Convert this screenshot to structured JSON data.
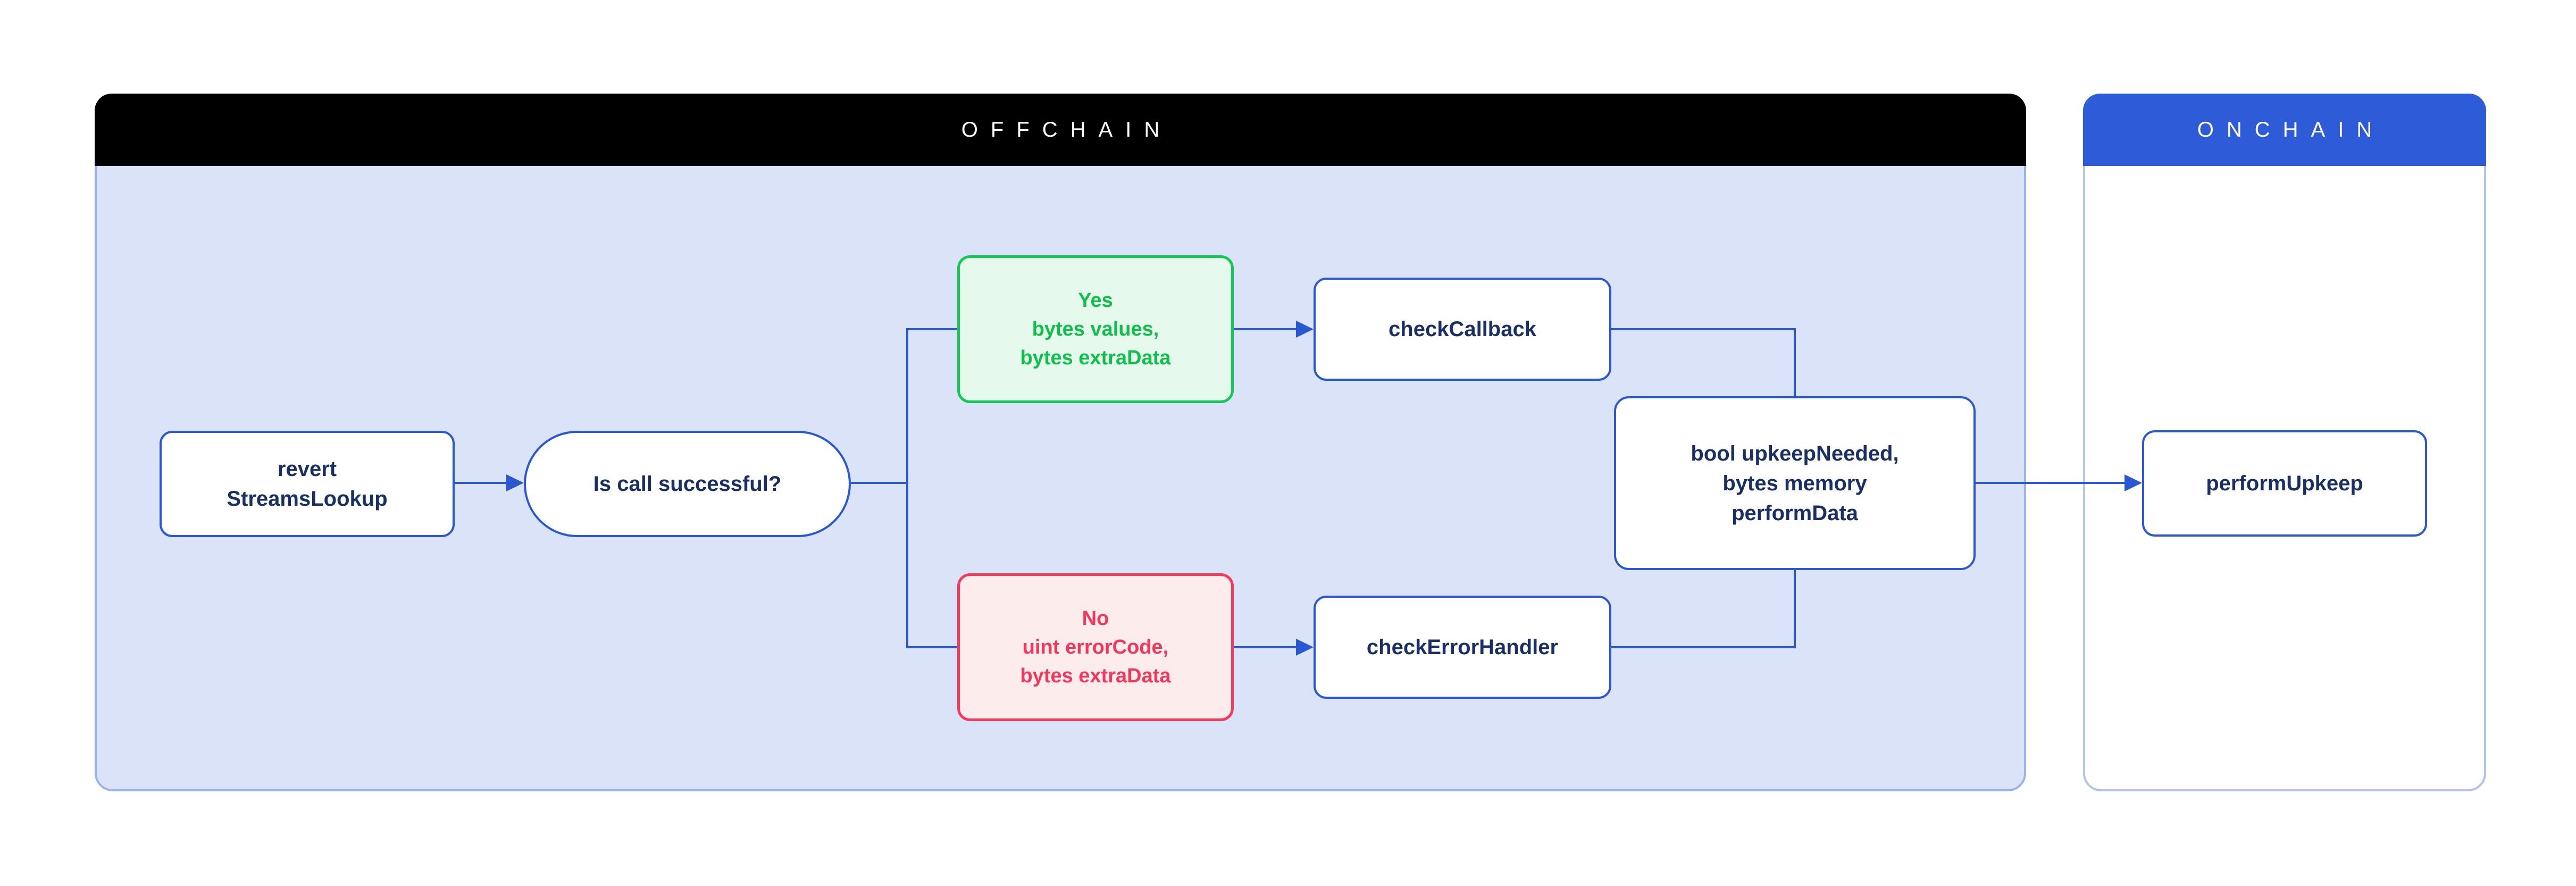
{
  "panels": {
    "offchain": {
      "title": "OFFCHAIN"
    },
    "onchain": {
      "title": "ONCHAIN"
    }
  },
  "nodes": {
    "revert": {
      "label": "revert\nStreamsLookup"
    },
    "decision": {
      "label": "Is call successful?"
    },
    "yes": {
      "label": "Yes\nbytes values,\nbytes extraData"
    },
    "no": {
      "label": "No\nuint errorCode,\nbytes extraData"
    },
    "checkCallback": {
      "label": "checkCallback"
    },
    "checkErrorHandler": {
      "label": "checkErrorHandler"
    },
    "upkeepOutput": {
      "label": "bool upkeepNeeded,\nbytes memory\nperformData"
    },
    "performUpkeep": {
      "label": "performUpkeep"
    }
  },
  "colors": {
    "page-bg": "#ffffff",
    "line-blue": "#2a57d2",
    "navy-text": "#1a2f63",
    "node-bg": "#ffffff",
    "header-text": "#ffffff",
    "offchain-header-bg": "#000000",
    "offchain-panel-bg": "#dbe3f9",
    "offchain-panel-border": "#9db3ec",
    "onchain-header-bg": "#2e5bd8",
    "onchain-panel-bg": "#ffffff",
    "onchain-panel-border": "#b3c3f1",
    "success-border": "#13c853",
    "success-text": "#10bf4b",
    "success-bg": "#e5f9ec",
    "error-border": "#f43a5c",
    "error-text": "#f2375a",
    "error-bg": "#fdecec"
  }
}
